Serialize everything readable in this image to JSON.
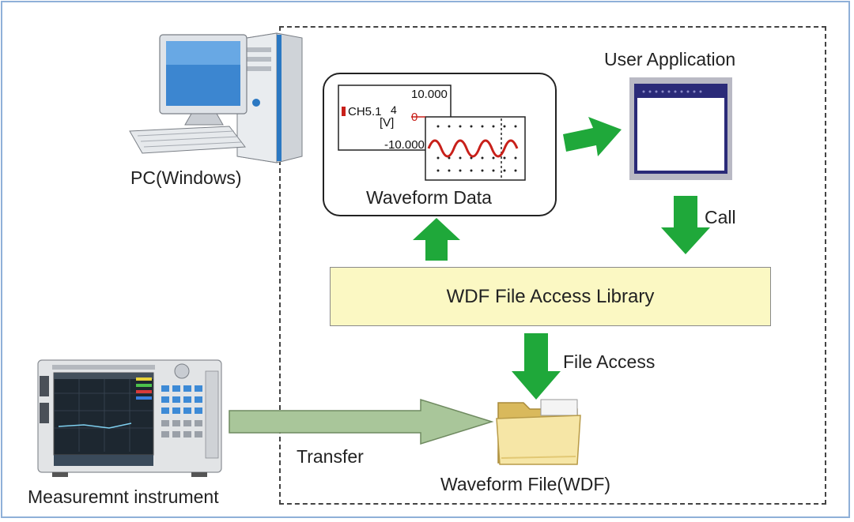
{
  "labels": {
    "pc": "PC(Windows)",
    "user_application": "User Application",
    "waveform_data": "Waveform Data",
    "call": "Call",
    "library": "WDF File Access Library",
    "file_access": "File Access",
    "transfer": "Transfer",
    "waveform_file": "Waveform File(WDF)",
    "instrument": "Measuremnt instrument"
  },
  "waveform_display": {
    "top_value": "10.000",
    "zero_value": "0",
    "bottom_value": "-10.000",
    "channel": "CH5.1",
    "channel_suffix": "4",
    "unit": "[V]"
  },
  "colors": {
    "arrow_green": "#1fa83a",
    "transfer_arrow": "#a9c69a",
    "library_fill": "#fbf8c3",
    "wave_red": "#c8201a",
    "window_blue": "#2a2a78"
  }
}
